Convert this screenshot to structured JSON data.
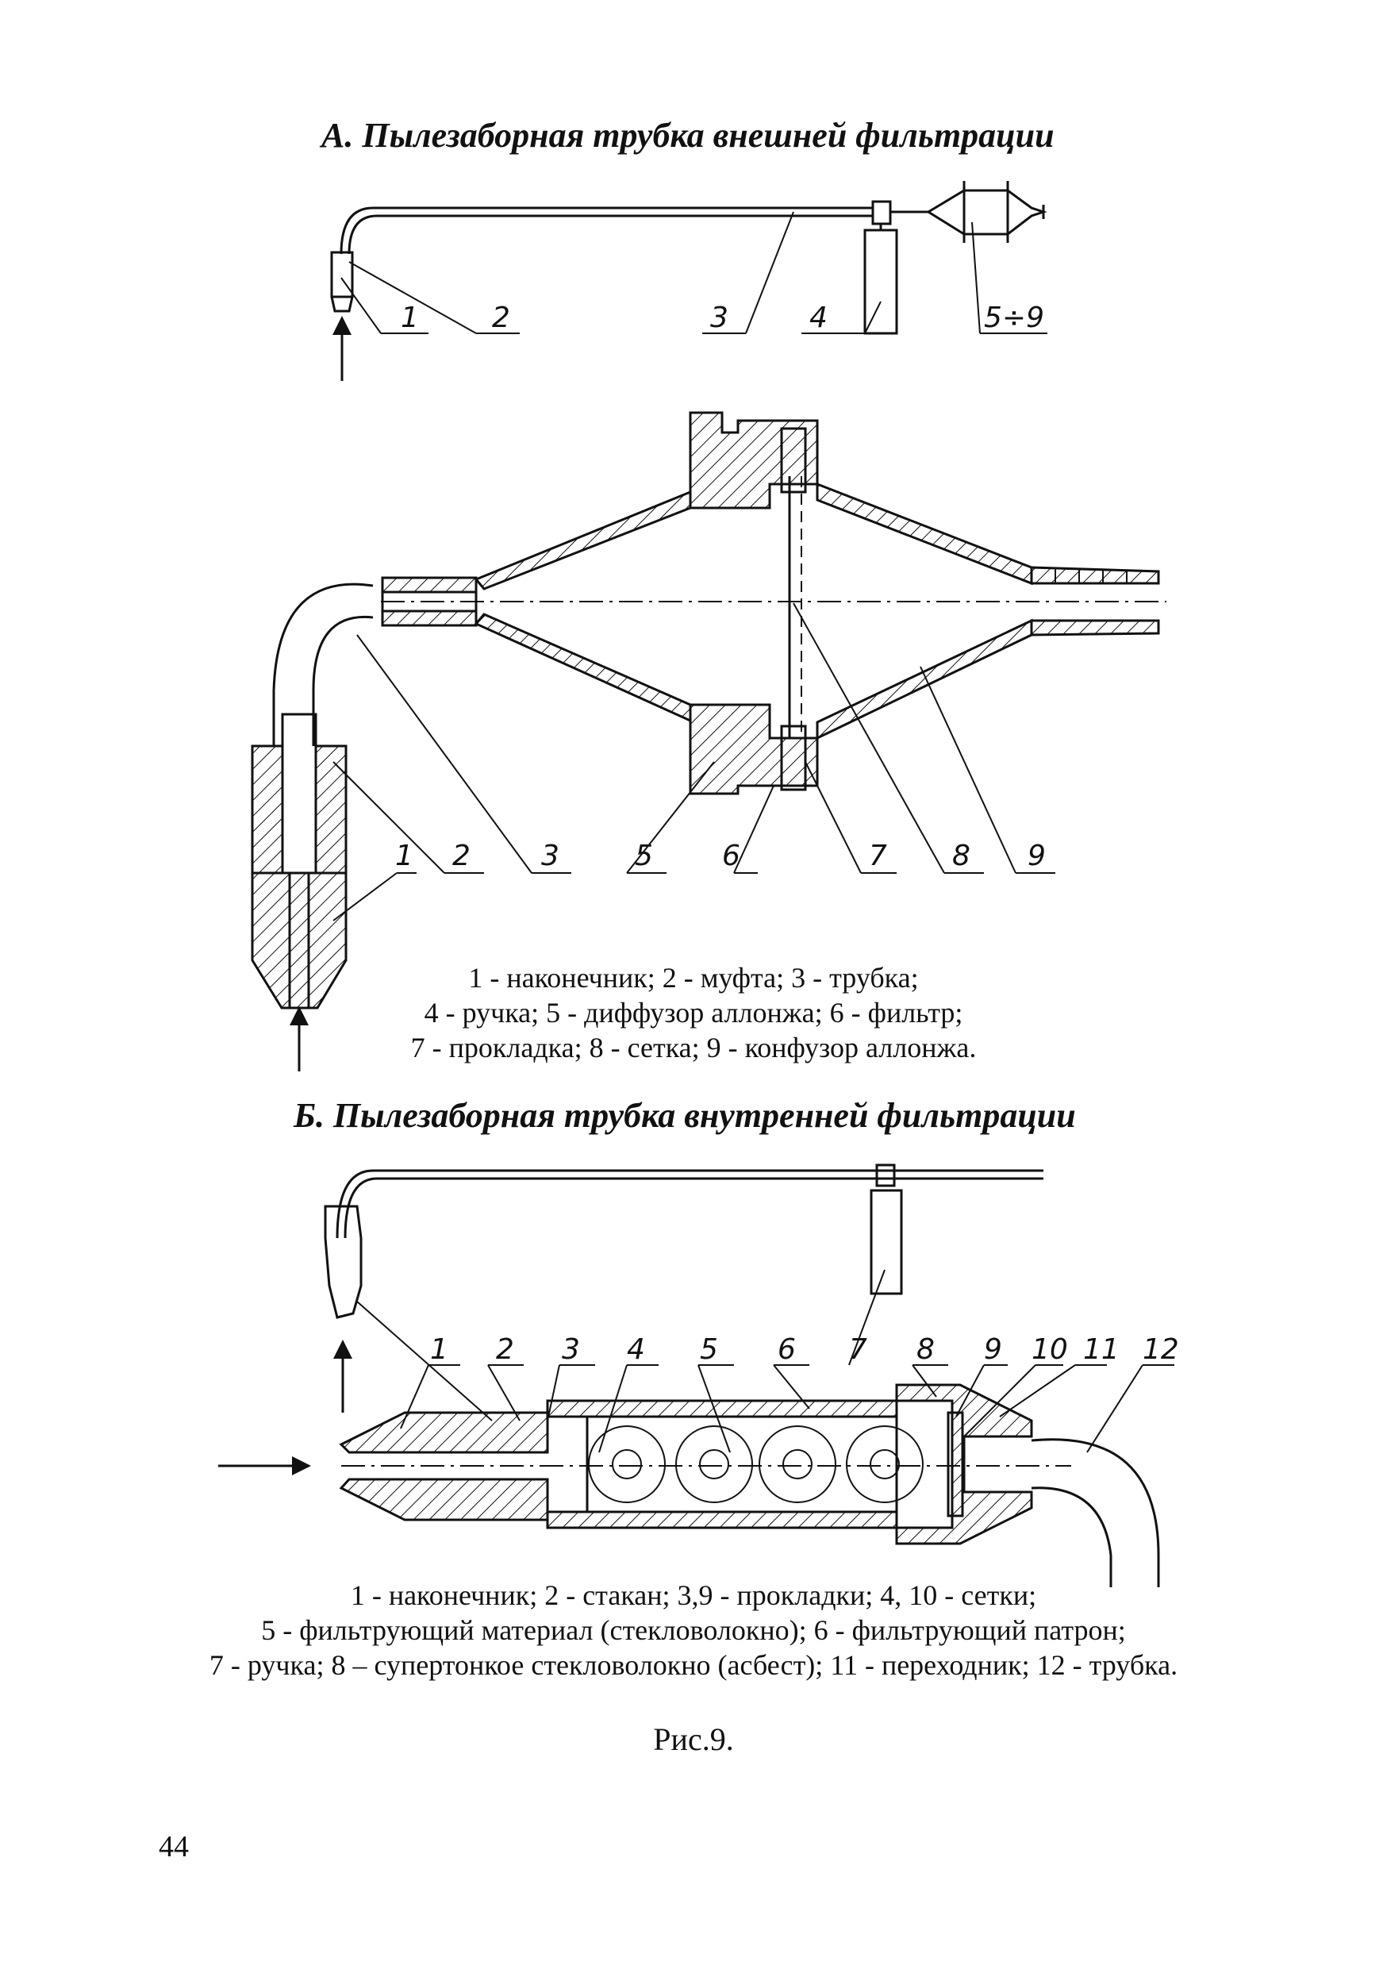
{
  "section_a": {
    "title": "А. Пылезаборная трубка внешней фильтрации",
    "overview_labels": [
      "1",
      "2",
      "3",
      "4",
      "5÷9"
    ],
    "detail_labels": [
      "1",
      "2",
      "3",
      "5",
      "6",
      "7",
      "8",
      "9"
    ],
    "legend": [
      "1 - наконечник; 2 - муфта; 3 - трубка;",
      "4 - ручка; 5 - диффузор аллонжа; 6 - фильтр;",
      "7 - прокладка; 8 - сетка; 9 - конфузор аллонжа."
    ]
  },
  "section_b": {
    "title": "Б. Пылезаборная трубка внутренней фильтрации",
    "labels": [
      "1",
      "2",
      "3",
      "4",
      "5",
      "6",
      "7",
      "8",
      "9",
      "10",
      "11",
      "12"
    ],
    "legend": [
      "1 - наконечник; 2 - стакан; 3,9 - прокладки; 4, 10 - сетки;",
      "5 - фильтрующий материал (стекловолокно); 6 - фильтрующий патрон;",
      "7 - ручка; 8 – супертонкое стекловолокно (асбест); 11 - переходник; 12 - трубка."
    ]
  },
  "caption": "Рис.9.",
  "page_number": "44"
}
